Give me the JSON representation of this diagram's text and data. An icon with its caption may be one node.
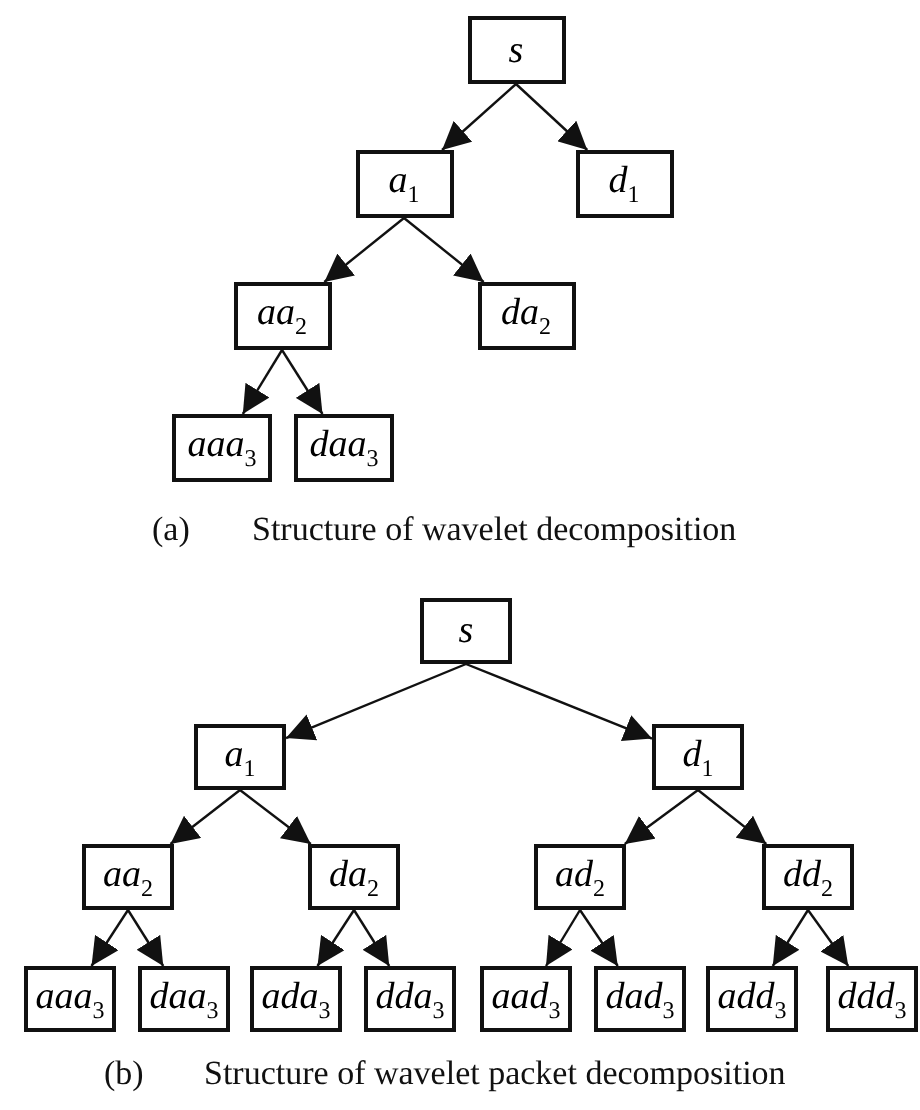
{
  "diagram": {
    "nodes": [
      {
        "text": [
          "s"
        ]
      },
      {
        "text": [
          "a$_{1}$"
        ]
      },
      {
        "text": [
          "d$_{1}$"
        ]
      },
      {
        "text": [
          "aa$_{2}$"
        ]
      },
      {
        "text": [
          "da$_{2}$"
        ]
      },
      {
        "text": [
          "aaa$_{3}$"
        ]
      },
      {
        "text": [
          "daa$_{3}$"
        ]
      },
      {
        "text": [
          "s"
        ]
      },
      {
        "text": [
          "a$_{1}$"
        ]
      },
      {
        "text": [
          "d$_{1}$"
        ]
      },
      {
        "text": [
          "aa$_{2}$"
        ]
      },
      {
        "text": [
          "da$_{2}$"
        ]
      },
      {
        "text": [
          "ad$_{2}$"
        ]
      },
      {
        "text": [
          "dd$_{2}$"
        ]
      },
      {
        "text": [
          "aaa$_{3}$"
        ]
      },
      {
        "text": [
          "daa$_{3}$"
        ]
      },
      {
        "text": [
          "ada$_{3}$"
        ]
      },
      {
        "text": [
          "dda$_{3}$"
        ]
      },
      {
        "text": [
          "aad$_{3}$"
        ]
      },
      {
        "text": [
          "dad$_{3}$"
        ]
      },
      {
        "text": [
          "add$_{3}$"
        ]
      },
      {
        "text": [
          "ddd$_{3}$"
        ]
      }
    ],
    "edges": [
      {
        "from": 0,
        "to": 1,
        "arrow": "to"
      },
      {
        "from": 0,
        "to": 2,
        "arrow": "to"
      },
      {
        "from": 1,
        "to": 3,
        "arrow": "to"
      },
      {
        "from": 1,
        "to": 4,
        "arrow": "to"
      },
      {
        "from": 3,
        "to": 5,
        "arrow": "to"
      },
      {
        "from": 3,
        "to": 6,
        "arrow": "to"
      },
      {
        "from": 7,
        "to": 8,
        "arrow": "to"
      },
      {
        "from": 7,
        "to": 9,
        "arrow": "to"
      },
      {
        "from": 8,
        "to": 10,
        "arrow": "to"
      },
      {
        "from": 8,
        "to": 11,
        "arrow": "to"
      },
      {
        "from": 9,
        "to": 12,
        "arrow": "to"
      },
      {
        "from": 9,
        "to": 13,
        "arrow": "to"
      },
      {
        "from": 10,
        "to": 14,
        "arrow": "to"
      },
      {
        "from": 10,
        "to": 15,
        "arrow": "to"
      },
      {
        "from": 11,
        "to": 16,
        "arrow": "to"
      },
      {
        "from": 11,
        "to": 17,
        "arrow": "to"
      },
      {
        "from": 12,
        "to": 18,
        "arrow": "to"
      },
      {
        "from": 12,
        "to": 19,
        "arrow": "to"
      },
      {
        "from": 13,
        "to": 20,
        "arrow": "to"
      },
      {
        "from": 13,
        "to": 21,
        "arrow": "to"
      }
    ],
    "labels": [
      "(a)",
      "Structure of wavelet decomposition",
      "(b)",
      "Structure of wavelet packet decomposition"
    ]
  }
}
